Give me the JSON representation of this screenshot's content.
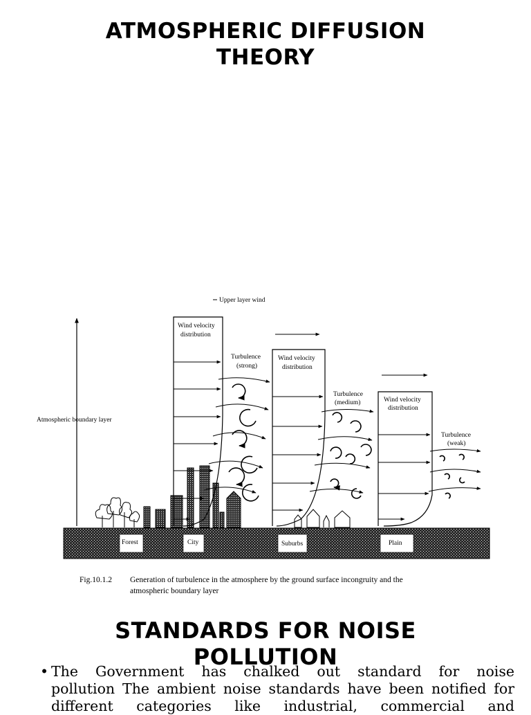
{
  "slide": {
    "title_lines": [
      "ATMOSPHERIC DIFFUSION",
      "THEORY"
    ]
  },
  "figure": {
    "top_label": "Upper layer wind",
    "boundary_label": "Atmospheric boundary layer",
    "wind_labels": [
      [
        "Wind velocity",
        "distribution"
      ],
      [
        "Wind velocity",
        "distribution"
      ],
      [
        "Wind velocity",
        "distribution"
      ]
    ],
    "turbulence_labels": [
      [
        "Turbulence",
        "(strong)"
      ],
      [
        "Turbulence",
        "(medium)"
      ],
      [
        "Turbulence",
        "(weak)"
      ]
    ],
    "ground_labels": [
      "Forest",
      "City",
      "Suburbs",
      "Plain"
    ],
    "caption_number": "Fig.10.1.2",
    "caption_lines": [
      "Generation of turbulence in the atmosphere by the ground surface incongruity and the",
      "atmospheric boundary layer"
    ]
  },
  "section": {
    "title_lines": [
      "STANDARDS FOR NOISE",
      "POLLUTION"
    ],
    "bullets": [
      {
        "marker": "•",
        "lines": [
          "The Government has chalked out standard for noise",
          "pollution The ambient noise standards have been notified for",
          "different categories like industrial, commercial and"
        ]
      }
    ]
  }
}
